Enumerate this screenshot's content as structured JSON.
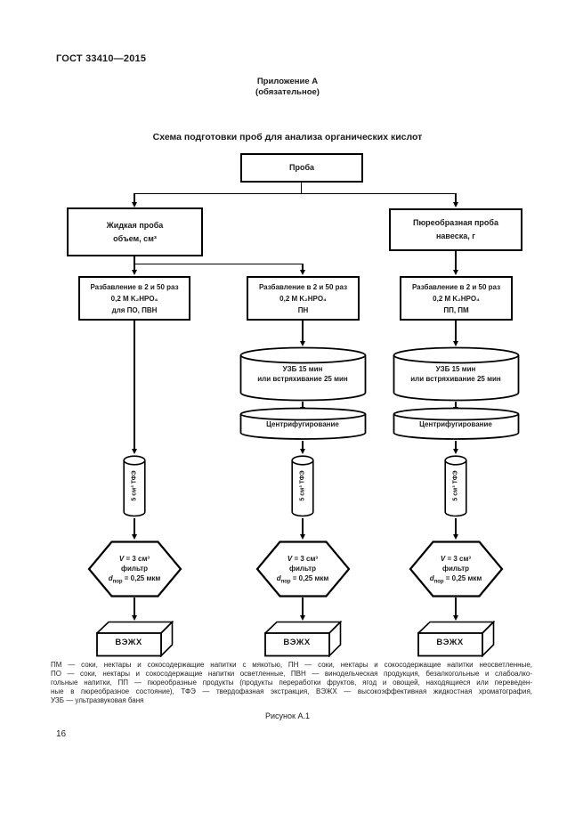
{
  "page": {
    "standard_number": "ГОСТ 33410—2015",
    "appendix_heading": "Приложение А",
    "appendix_subheading": "(обязательное)",
    "diagram_title": "Схема подготовки проб для анализа органических кислот",
    "figure_caption": "Рисунок А.1",
    "page_number": "16"
  },
  "flowchart": {
    "sample_box": "Проба",
    "liquid_sample": {
      "line1": "Жидкая проба",
      "line2": "объем, см³"
    },
    "puree_sample": {
      "line1": "Пюреобразная проба",
      "line2": "навеска, г"
    },
    "dilution_common": {
      "line1": "Разбавление в 2 и 50 раз",
      "line2": "0,2 М K₂HPO₄"
    },
    "dilution_left_target": "для ПО, ПВН",
    "dilution_mid_target": "ПН",
    "dilution_right_target": "ПП, ПМ",
    "ultrasonic_bath": {
      "line1": "УЗБ 15 мин",
      "line2": "или встряхивание 25 мин"
    },
    "centrifugation": "Центрифугирование",
    "spe_cartridge": "5 см³ ТФЭ",
    "filter": {
      "line1": "V = 3 см³",
      "line2": "фильтр",
      "d_symbol": "d",
      "d_subscript": "пор",
      "d_value": " = 0,25 мкм"
    },
    "hplc": "ВЭЖХ"
  },
  "footnote_lines": [
    "ПМ — соки, нектары и сокосодержащие напитки с мякотью, ПН — соки, нектары и сокосодержащие напитки неосветленные,",
    "ПО — соки, нектары и сокосодержащие напитки осветленные, ПВН — винодельческая продукция, безалкогольные и слабоалко-",
    "гольные напитки, ПП — пюреобразные продукты (продукты переработки фруктов, ягод и овощей, находящиеся или переведен-",
    "ные в пюреобразное состояние), ТФЭ — твердофазная экстракция, ВЭЖХ — высокоэффективная жидкостная хроматография,",
    "УЗБ — ультразвуковая баня"
  ]
}
